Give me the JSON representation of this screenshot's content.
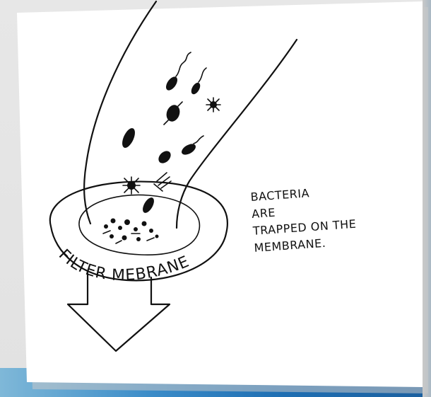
{
  "diagram": {
    "membrane_label": "FILTER MEBRANE",
    "caption_lines": [
      "BACTERIA",
      "ARE",
      "TRAPPED ON THE",
      "MEMBRANE."
    ]
  },
  "colors": {
    "ink": "#111111",
    "paper": "#ffffff",
    "background": "#e6e6e6",
    "accent_band": "#1f6fb3"
  }
}
